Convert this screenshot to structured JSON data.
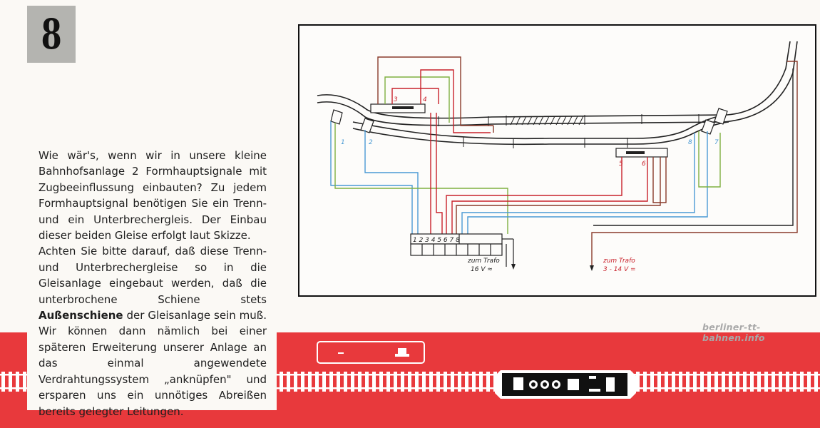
{
  "page": {
    "number": "8"
  },
  "text": {
    "p1": "Wie wär's, wenn wir in unsere kleine Bahnhofsanlage 2 Formhauptsignale mit Zugbeeinflussung einbauten? Zu jedem Formhauptsignal benötigen Sie ein Trenn- und ein Unterbrechergleis. Der Einbau dieser beiden Gleise erfolgt laut Skizze.",
    "p2_before": "Achten Sie bitte darauf, daß diese Trenn- und Unterbrechergleise so in die Gleisanlage eingebaut werden, daß die unterbrochene Schiene stets ",
    "p2_bold": "Außenschiene",
    "p2_after": " der Gleisanlage sein muß. Wir können dann nämlich bei einer späteren Erweiterung unserer Anlage an das einmal angewendete Verdrahtungssystem „anknüpfen\" und ersparen uns ein unnötiges Abreißen bereits gelegter Leitungen."
  },
  "diagram": {
    "wire_labels": [
      "1",
      "2",
      "3",
      "4",
      "5",
      "6",
      "7",
      "8"
    ],
    "terminal_label": "1 2 3 4 5 6 7 8",
    "trafo1_line1": "zum Trafo",
    "trafo1_line2": "16 V ≈",
    "trafo2_line1": "zum Trafo",
    "trafo2_line2": "3 - 14 V ="
  },
  "watermark": "berliner-tt-bahnen.info",
  "colors": {
    "red_band": "#e8393c",
    "wire_red": "#c8202a",
    "wire_brown": "#8a3a2a",
    "wire_green": "#7fb040",
    "wire_blue": "#4a9ad4"
  },
  "icons": [
    "signal-icon",
    "locomotive-icon",
    "track-icon"
  ]
}
